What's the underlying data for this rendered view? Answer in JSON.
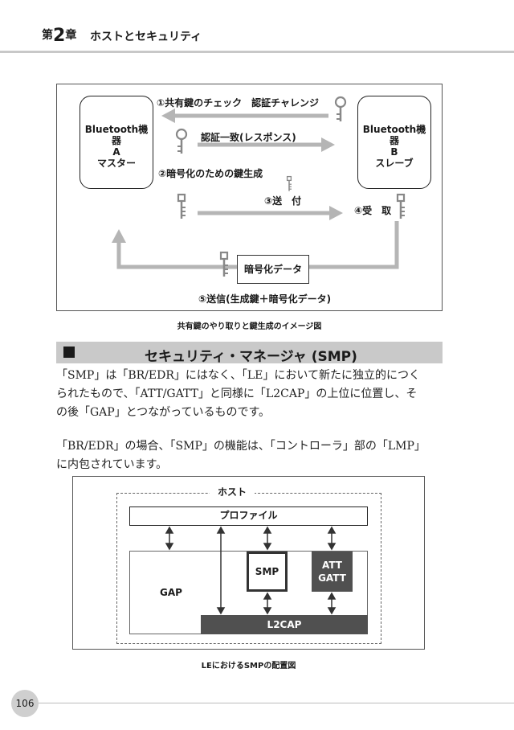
{
  "header": {
    "chapter_prefix": "第",
    "chapter_number": "2",
    "chapter_suffix": "章",
    "chapter_title": "ホストとセキュリティ"
  },
  "figure1": {
    "device_a": [
      "Bluetooth機器",
      "A",
      "マスター"
    ],
    "device_b": [
      "Bluetooth機器",
      "B",
      "スレーブ"
    ],
    "step1": "①共有鍵のチェック　認証チャレンジ",
    "response": "認証一致(レスポンス)",
    "step2": "②暗号化のための鍵生成",
    "step3": "③送　付",
    "step4": "④受　取",
    "encrypted_data": "暗号化データ",
    "step5": "⑤送信(生成鍵＋暗号化データ)",
    "caption": "共有鍵のやり取りと鍵生成のイメージ図"
  },
  "section": {
    "title": "セキュリティ・マネージャ (SMP)"
  },
  "paragraphs": [
    [
      "「SMP」は「BR/EDR」にはなく、「LE」において新たに独立的につく",
      "られたもので、「ATT/GATT」と同様に「L2CAP」の上位に位置し、そ",
      "の後「GAP」とつながっているものです。"
    ],
    [
      "「BR/EDR」の場合、「SMP」の機能は、「コントローラ」部の「LMP」",
      "に内包されています。"
    ]
  ],
  "figure2": {
    "host": "ホスト",
    "profile": "プロファイル",
    "gap": "GAP",
    "smp": "SMP",
    "att": [
      "ATT",
      "GATT"
    ],
    "l2cap": "L2CAP",
    "caption": "LEにおけるSMPの配置図"
  },
  "footer": {
    "page_number": "106"
  }
}
